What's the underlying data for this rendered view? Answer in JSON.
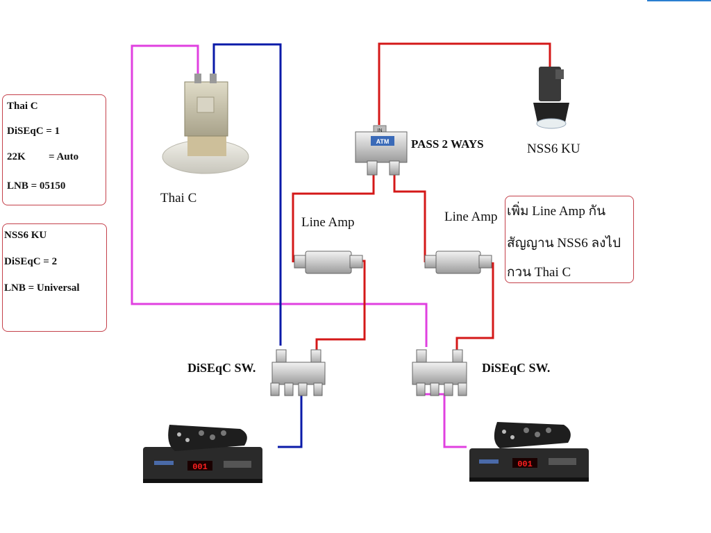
{
  "settings": {
    "thai_c": {
      "title": "Thai C",
      "diseqc": "DiSEqC = 1",
      "k22": "22K",
      "k22_value": "= Auto",
      "lnb": "LNB =  05150"
    },
    "nss6": {
      "title": "NSS6 KU",
      "diseqc": "DiSEqC = 2",
      "lnb": "LNB = Universal"
    }
  },
  "labels": {
    "thai_c_dish": "Thai C",
    "nss6_lnb": "NSS6 KU",
    "splitter": "PASS 2  WAYS",
    "line_amp_left": "Line Amp",
    "line_amp_right": "Line Amp",
    "switch_left": "DiSEqC SW.",
    "switch_right": "DiSEqC SW.",
    "splitter_tag": "IN",
    "splitter_brand": "ATM",
    "receiver_display": "001"
  },
  "note": {
    "line1": "เพิ่ม Line Amp กัน",
    "line2": "สัญญาน NSS6 ลงไป",
    "line3": "กวน Thai C"
  },
  "colors": {
    "cable_magenta": "#e040e0",
    "cable_blue": "#0a1aa8",
    "cable_red": "#d41818",
    "box_border": "#c4404a",
    "accent_bar": "#2a7fd0"
  },
  "icons": {
    "dish": "satellite-dish-icon",
    "lnb": "ku-lnb-icon",
    "splitter": "splitter-icon",
    "amp": "line-amp-icon",
    "switch": "diseqc-switch-icon",
    "receiver": "receiver-icon",
    "remote": "remote-control-icon"
  }
}
